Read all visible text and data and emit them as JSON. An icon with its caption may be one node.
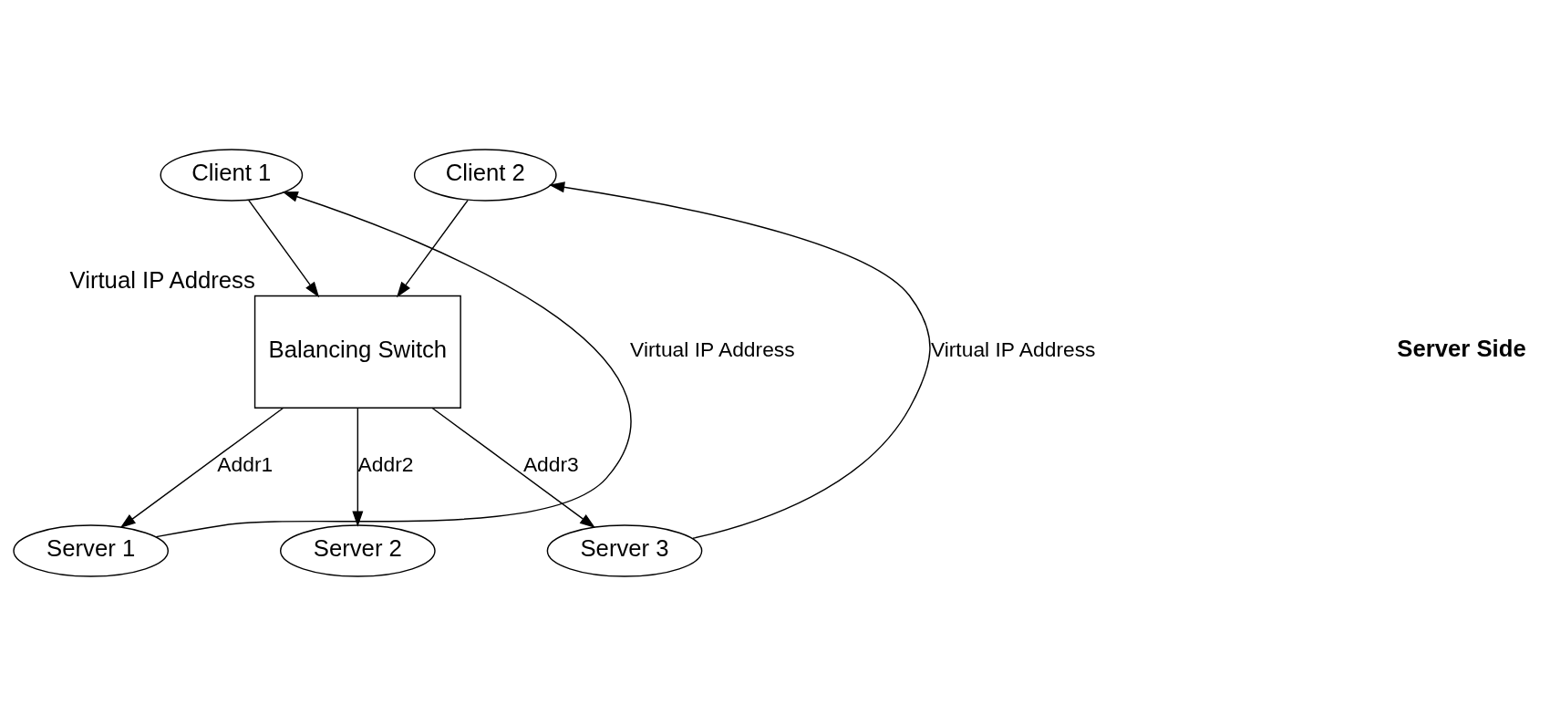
{
  "diagram": {
    "nodes": [
      {
        "text": [
          "Client 1"
        ]
      },
      {
        "text": [
          "Client 2"
        ]
      },
      {
        "text": [
          "Balancing Switch"
        ],
        "beside": [
          "Virtual IP Address"
        ]
      },
      {
        "text": [
          "Server 1"
        ]
      },
      {
        "text": [
          "Server 2"
        ]
      },
      {
        "text": [
          "Server 3"
        ]
      }
    ],
    "edges": [
      {
        "from": 0,
        "to": 2,
        "arrow": "to"
      },
      {
        "from": 1,
        "to": 2,
        "arrow": "to"
      },
      {
        "from": 2,
        "to": 3,
        "arrow": "to",
        "label": "Addr1"
      },
      {
        "from": 2,
        "to": 4,
        "arrow": "to",
        "label": "Addr2"
      },
      {
        "from": 2,
        "to": 5,
        "arrow": "to",
        "label": "Addr3"
      },
      {
        "from": 3,
        "to": 0,
        "arrow": "to",
        "label": "Virtual IP Address"
      },
      {
        "from": 5,
        "to": 1,
        "arrow": "to",
        "label": "Virtual IP Address"
      }
    ],
    "labels": [
      "**Server Side**"
    ]
  }
}
